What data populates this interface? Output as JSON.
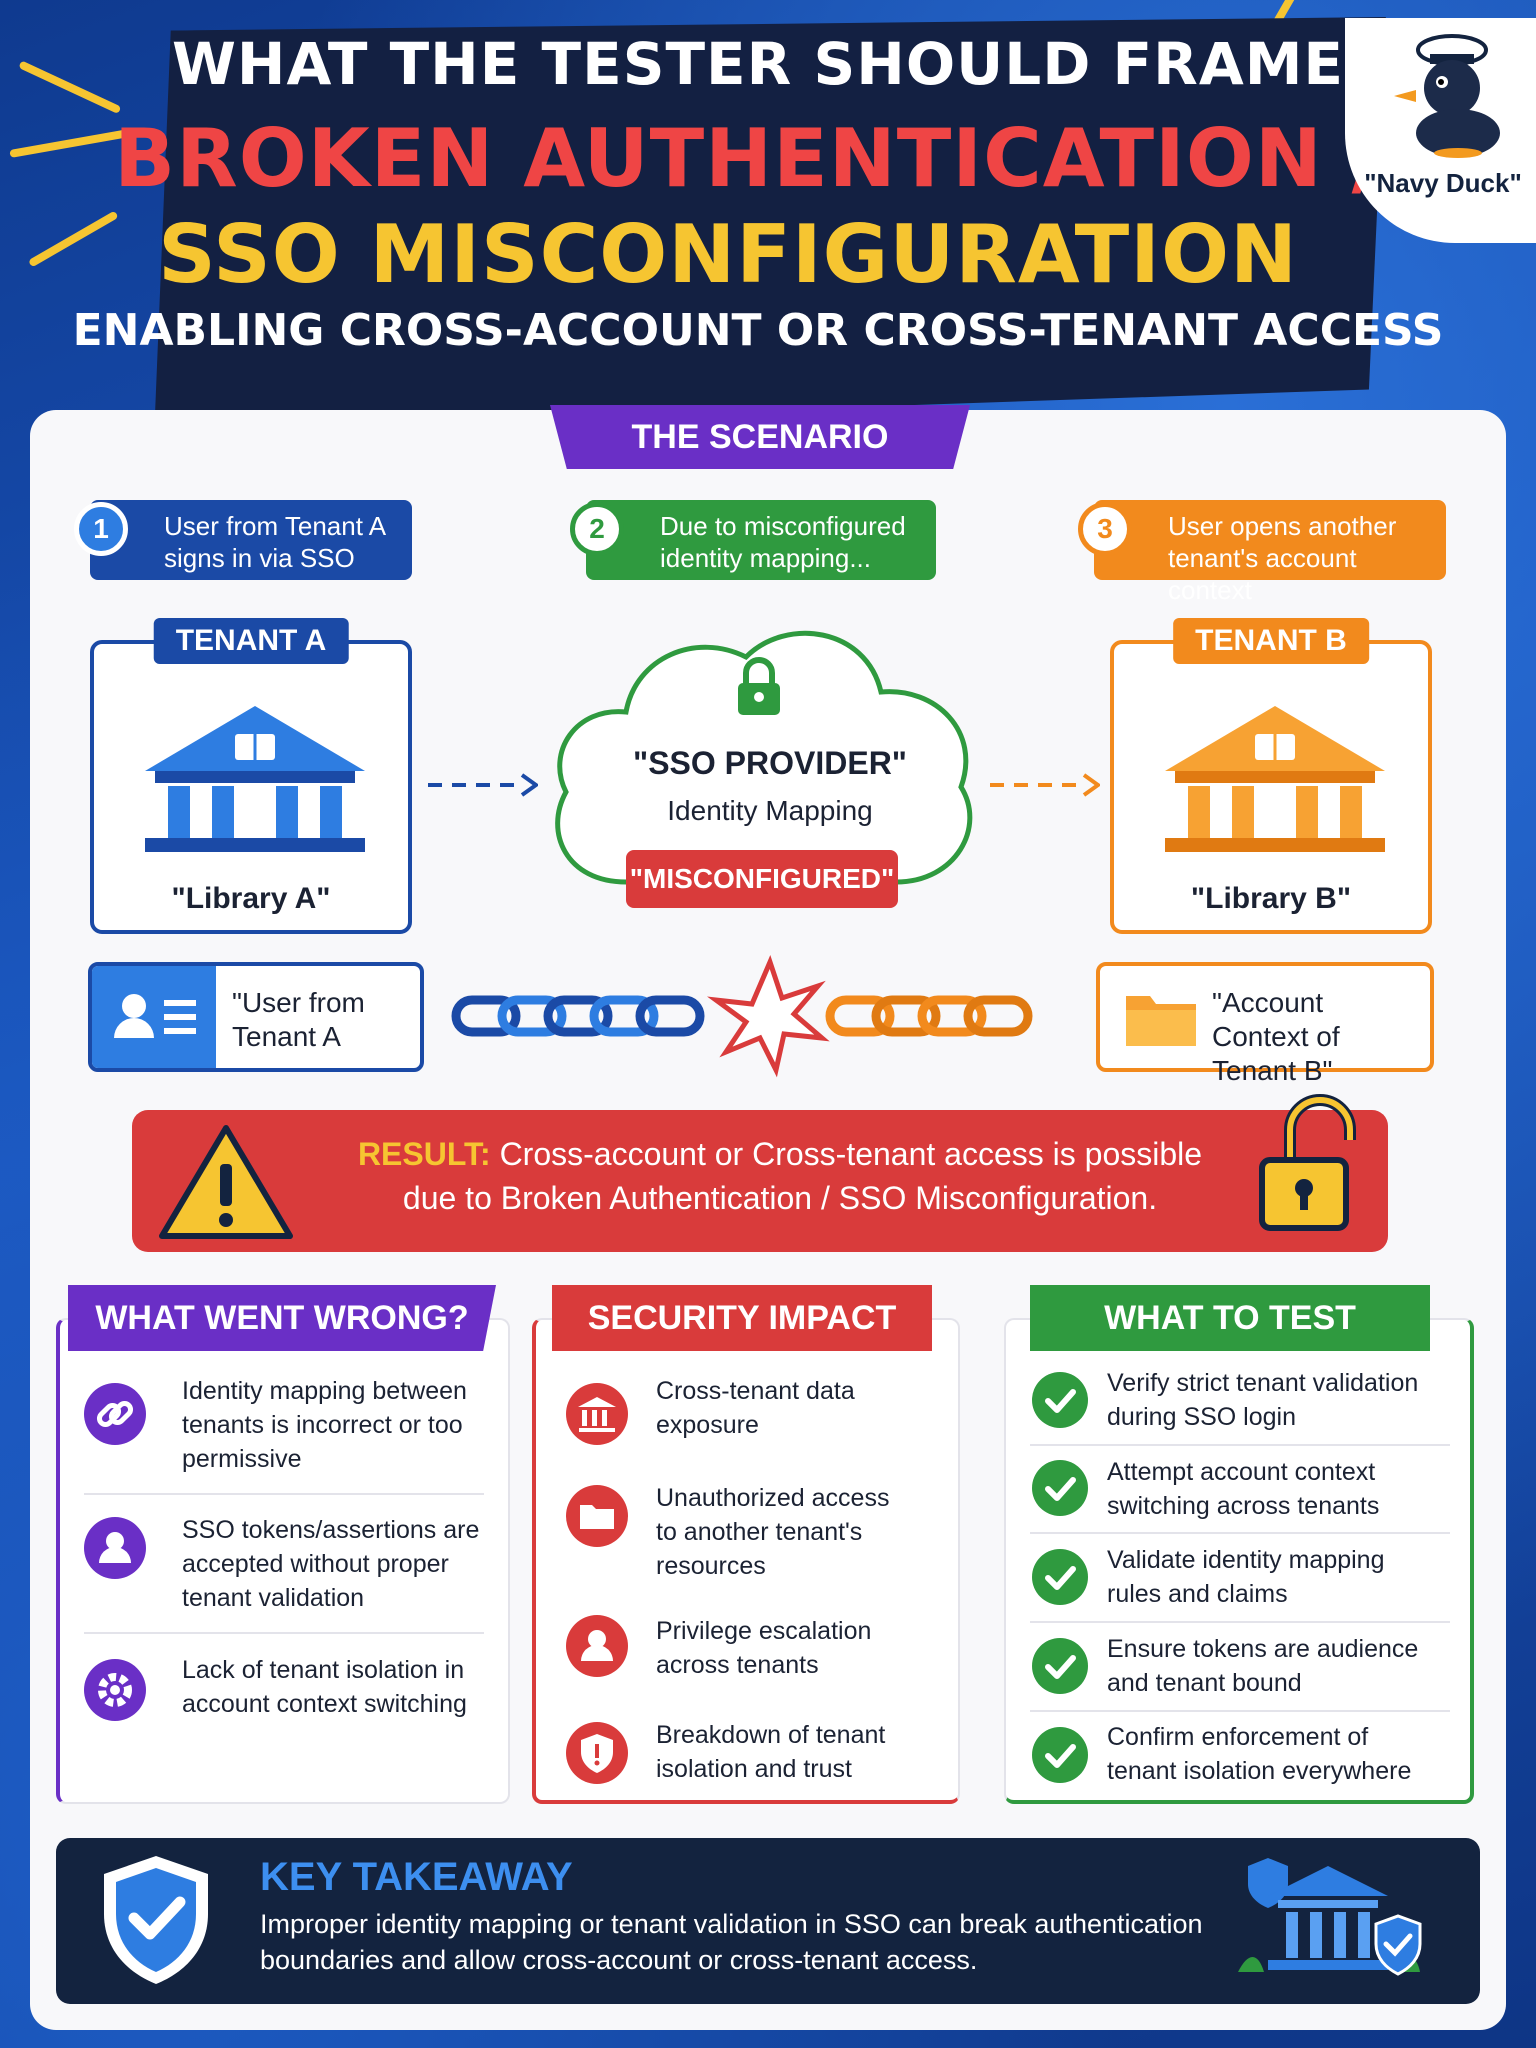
{
  "header": {
    "line1": "WHAT THE TESTER SHOULD FRAME",
    "line2": "BROKEN AUTHENTICATION /",
    "line3": "SSO MISCONFIGURATION",
    "line4": "ENABLING CROSS-ACCOUNT OR CROSS-TENANT ACCESS"
  },
  "mascot": {
    "label": "\"Navy Duck\""
  },
  "scenario": {
    "title": "THE SCENARIO",
    "steps": [
      {
        "num": "1",
        "text": "User from Tenant A signs in via SSO"
      },
      {
        "num": "2",
        "text": "Due to misconfigured identity mapping..."
      },
      {
        "num": "3",
        "text": "User opens another tenant's account context"
      }
    ],
    "tenant_a": {
      "tag": "TENANT A",
      "name": "\"Library A\""
    },
    "tenant_b": {
      "tag": "TENANT B",
      "name": "\"Library B\""
    },
    "provider": {
      "title": "\"SSO PROVIDER\"",
      "subtitle": "Identity Mapping",
      "badge": "\"MISCONFIGURED\""
    },
    "user_card": "\"User from Tenant A",
    "context_card": "\"Account Context of Tenant B\""
  },
  "result": {
    "keyword": "RESULT:",
    "text": "Cross-account or Cross-tenant access is possible due to Broken Authentication / SSO Misconfiguration."
  },
  "columns": {
    "wrong": {
      "title": "WHAT WENT WRONG?",
      "items": [
        "Identity mapping between tenants is incorrect or too permissive",
        "SSO tokens/assertions are accepted without proper tenant validation",
        "Lack of tenant isolation in account context switching"
      ]
    },
    "impact": {
      "title": "SECURITY IMPACT",
      "items": [
        "Cross-tenant data exposure",
        "Unauthorized access to another tenant's resources",
        "Privilege escalation across tenants",
        "Breakdown of tenant isolation and trust"
      ]
    },
    "test": {
      "title": "WHAT TO TEST",
      "items": [
        "Verify strict tenant validation during SSO login",
        "Attempt account context switching across tenants",
        "Validate identity mapping rules and claims",
        "Ensure tokens are audience and tenant bound",
        "Confirm enforcement of tenant isolation everywhere"
      ]
    }
  },
  "takeaway": {
    "title": "KEY TAKEAWAY",
    "text": "Improper identity mapping or tenant validation in SSO can break authentication boundaries and allow cross-account or cross-tenant access."
  },
  "colors": {
    "navy": "#13233f",
    "blue": "#1b4aa6",
    "green": "#2f9a3f",
    "orange": "#f28a1d",
    "red": "#d93b3b",
    "purple": "#6a2fc6",
    "yellow": "#f6c531"
  }
}
